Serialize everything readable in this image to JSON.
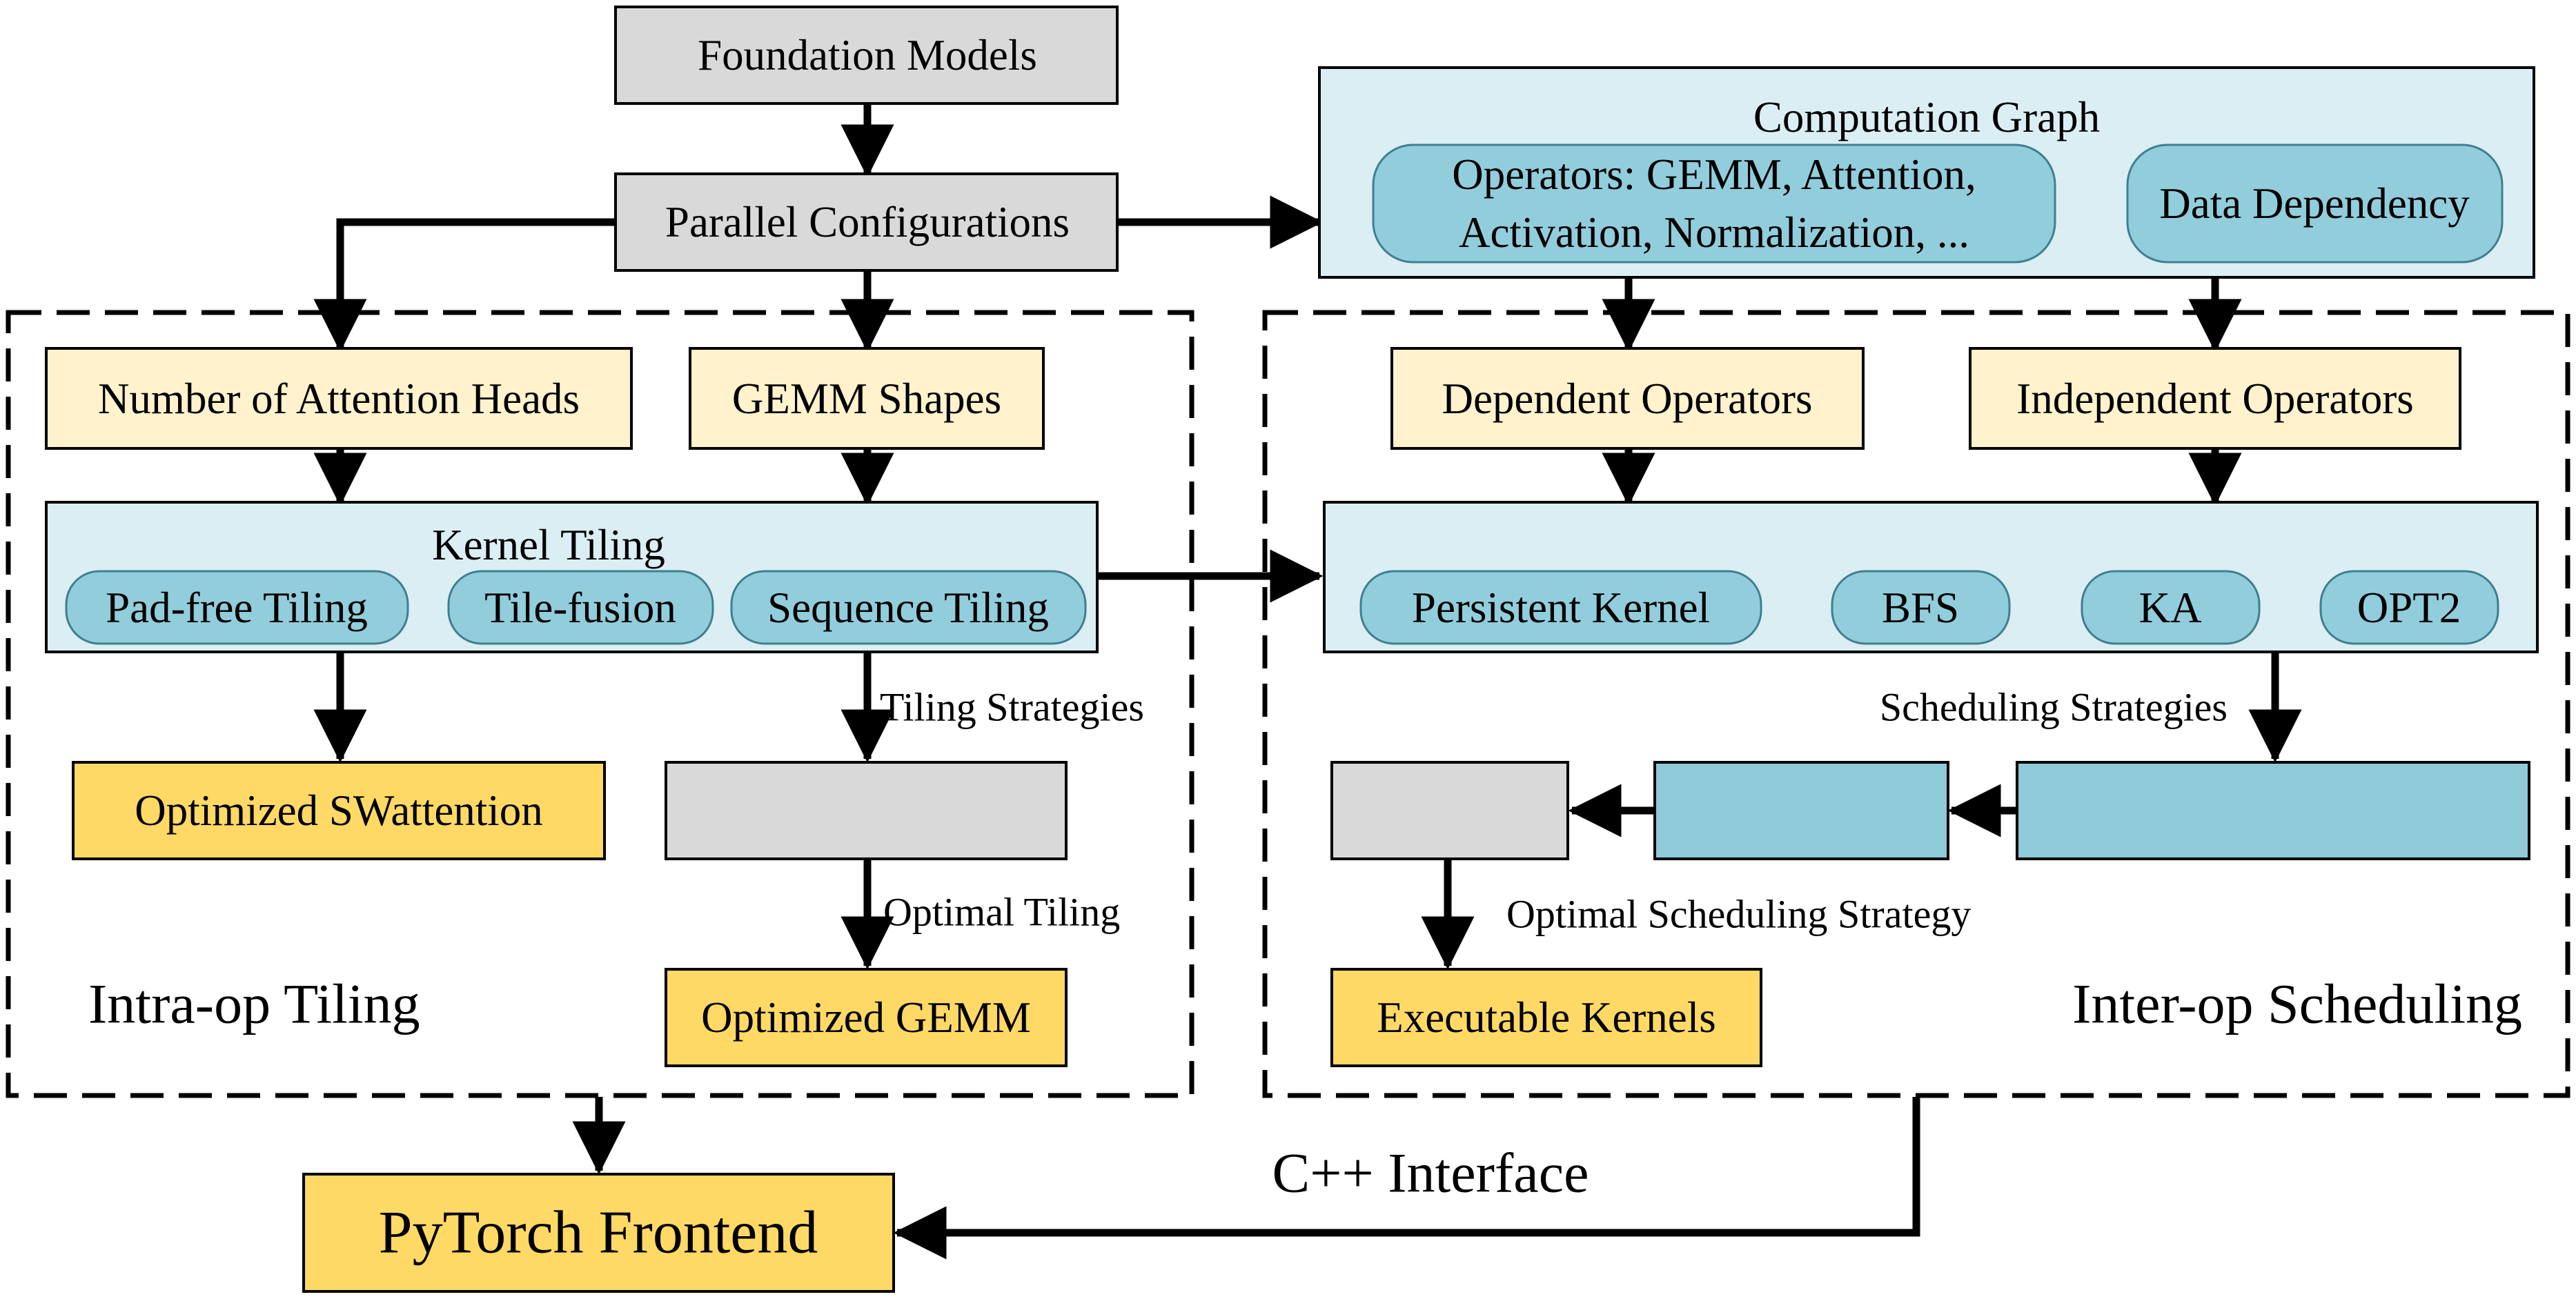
{
  "nodes": {
    "foundation_models": "Foundation Models",
    "parallel_configurations": "Parallel Configurations",
    "computation_graph": "Computation Graph",
    "operators_line1": "Operators: GEMM, Attention,",
    "operators_line2": "Activation, Normalization, ...",
    "data_dependency": "Data Dependency",
    "number_of_attention_heads": "Number of Attention Heads",
    "gemm_shapes": "GEMM Shapes",
    "dependent_operators": "Dependent Operators",
    "independent_operators": "Independent Operators",
    "kernel_tiling": "Kernel Tiling",
    "pad_free_tiling": "Pad-free Tiling",
    "tile_fusion": "Tile-fusion",
    "sequence_tiling": "Sequence Tiling",
    "persistent_kernel": "Persistent Kernel",
    "bfs": "BFS",
    "ka": "KA",
    "opt2": "OPT2",
    "optimized_swattention": "Optimized SWattention",
    "optimized_gemm": "Optimized GEMM",
    "executable_kernels": "Executable Kernels",
    "pytorch_frontend": "PyTorch Frontend"
  },
  "edge_labels": {
    "tiling_strategies": "Tiling Strategies",
    "optimal_tiling": "Optimal Tiling",
    "scheduling_strategies": "Scheduling Strategies",
    "optimal_scheduling_strategy": "Optimal Scheduling Strategy",
    "cpp_interface": "C++ Interface"
  },
  "sections": {
    "intra_op_tiling": "Intra-op Tiling",
    "inter_op_scheduling": "Inter-op Scheduling"
  },
  "colors": {
    "gray_box": "#d9d9d9",
    "light_blue_panel": "#dbeef4",
    "blue_pill": "#92cddc",
    "teal_box": "#8fcad9",
    "light_yellow": "#fff2cc",
    "gold": "#ffd966",
    "stroke": "#000000"
  }
}
